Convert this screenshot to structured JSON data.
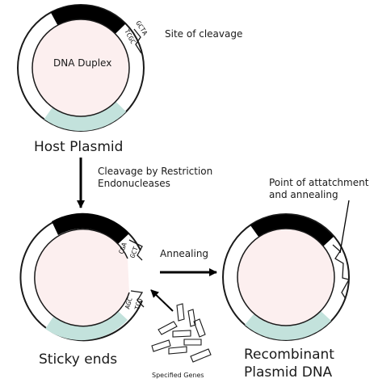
{
  "labels": {
    "dna_duplex": "DNA Duplex",
    "site_of_cleavage": "Site of cleavage",
    "host_plasmid": "Host Plasmid",
    "cleavage_line1": "Cleavage by Restriction",
    "cleavage_line2": "Endonucleases",
    "annealing": "Annealing",
    "point_line1": "Point of attatchment",
    "point_line2": "and annealing",
    "sticky_ends": "Sticky ends",
    "recombinant_line1": "Recombinant",
    "recombinant_line2": "Plasmid DNA",
    "specified_genes": "Specified Genes"
  },
  "sequences": {
    "top_strand": "GCTA",
    "bottom_strand": "TCGC",
    "sticky_upper_a": "CGA",
    "sticky_upper_b": "GCT",
    "sticky_lower_a": "AGC",
    "sticky_lower_b": "TCG"
  },
  "colors": {
    "plasmid_fill": "#fcefef",
    "segment_dark": "#000000",
    "segment_teal": "#c3e2dc",
    "outline": "#1a1a1a"
  }
}
